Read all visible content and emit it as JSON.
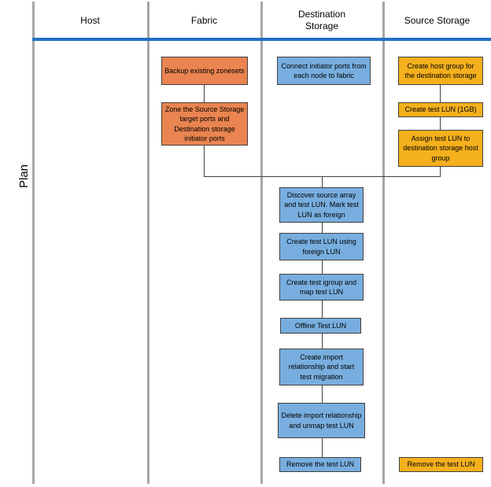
{
  "diagram": {
    "phase_label": "Plan",
    "lane_headers": [
      "Host",
      "Fabric",
      "Destination Storage",
      "Source Storage"
    ]
  },
  "colors": {
    "orange": "#EA8450",
    "blue": "#78AEDF",
    "yellow": "#F4B01D",
    "header_rule": "#1F6FC5",
    "lane_line": "#A6A6A6",
    "connector": "#404040",
    "box_border": "#404040"
  },
  "boxes": {
    "fabric": [
      {
        "text": "Backup existing zonesets"
      },
      {
        "text": "Zone the Source Storage target ports and Destination storage initiator ports"
      }
    ],
    "destination": [
      {
        "text": "Connect initiator ports from each node to fabric"
      },
      {
        "text": "Discover source array and test LUN. Mark test LUN as foreign"
      },
      {
        "text": "Create test LUN using foreign LUN"
      },
      {
        "text": "Create test igroup and map test LUN"
      },
      {
        "text": "Offline Test LUN"
      },
      {
        "text": "Create import relationship and start test migration"
      },
      {
        "text": "Delete import relationship and unmap test LUN"
      },
      {
        "text": "Remove the test LUN"
      }
    ],
    "source": [
      {
        "text": "Create host group for the destination storage"
      },
      {
        "text": "Create test LUN (1GB)"
      },
      {
        "text": "Assign test LUN to destination storage host group"
      },
      {
        "text": "Remove the test LUN"
      }
    ]
  }
}
